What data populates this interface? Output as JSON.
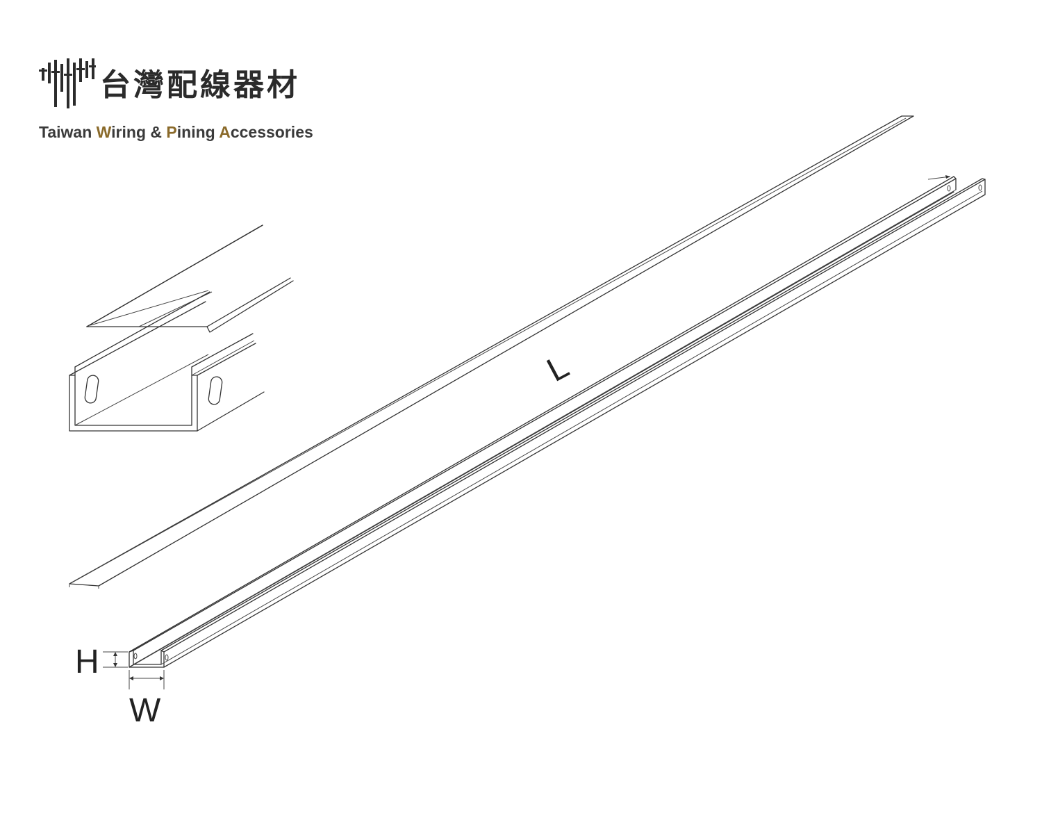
{
  "brand": {
    "name_cn": "台灣配線器材",
    "name_en_parts": [
      {
        "text": "Taiwan ",
        "accent": false
      },
      {
        "text": "W",
        "accent": true
      },
      {
        "text": "iring & ",
        "accent": false
      },
      {
        "text": "P",
        "accent": true
      },
      {
        "text": "ining ",
        "accent": false
      },
      {
        "text": "A",
        "accent": true
      },
      {
        "text": "ccessories",
        "accent": false
      }
    ],
    "accent_color": "#8a6a2a",
    "text_color": "#3a3a3a"
  },
  "dimensions": {
    "length_label": "L",
    "height_label": "H",
    "width_label": "W"
  }
}
